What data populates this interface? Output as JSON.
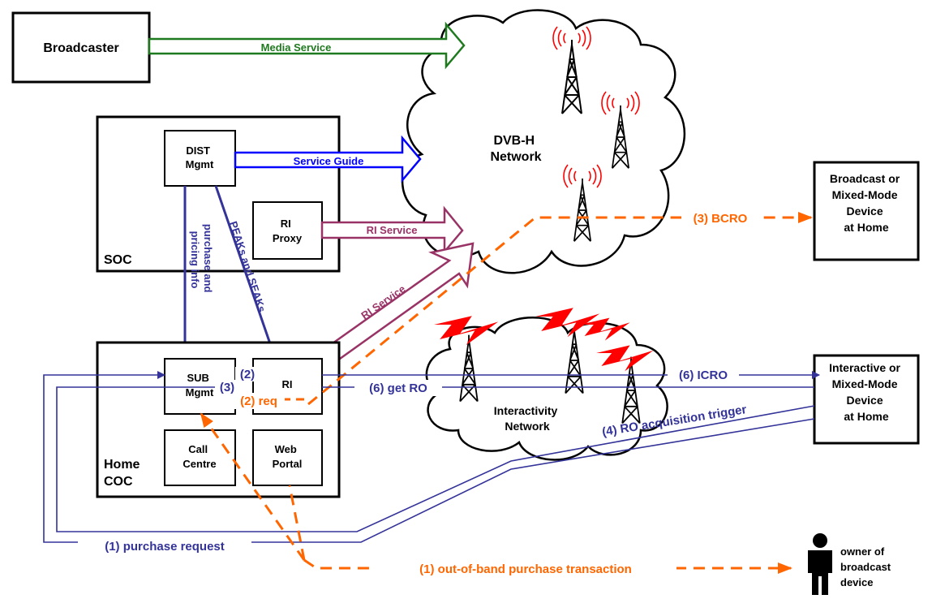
{
  "entities": {
    "broadcaster": "Broadcaster",
    "soc": "SOC",
    "dist_mgmt": [
      "DIST",
      "Mgmt"
    ],
    "ri_proxy": [
      "RI",
      "Proxy"
    ],
    "home_coc": [
      "Home",
      "COC"
    ],
    "sub_mgmt": [
      "SUB",
      "Mgmt"
    ],
    "ri": "RI",
    "call_centre": [
      "Call",
      "Centre"
    ],
    "web_portal": [
      "Web",
      "Portal"
    ],
    "dvbh_network": [
      "DVB-H",
      "Network"
    ],
    "interactivity_network": [
      "Interactivity",
      "Network"
    ],
    "broadcast_device": [
      "Broadcast or",
      "Mixed-Mode",
      "Device",
      "at Home"
    ],
    "interactive_device": [
      "Interactive or",
      "Mixed-Mode",
      "Device",
      "at Home"
    ],
    "owner": [
      "owner of",
      "broadcast",
      "device"
    ]
  },
  "flows": {
    "media_service": "Media Service",
    "service_guide": "Service Guide",
    "ri_service_proxy": "RI Service",
    "ri_service_ri": "RI Service",
    "purchase_pricing": [
      "purchase and",
      "pricing info"
    ],
    "peaks_seaks": "PEAKs and SEAKs",
    "bcro": "(3) BCRO",
    "icro": "(6) ICRO",
    "get_ro": "(6) get RO",
    "ro_trigger": "(4) RO acquisition trigger",
    "purchase_request": "(1) purchase request",
    "oob_purchase": "(1) out-of-band purchase transaction",
    "req2": "(2) req",
    "step2": "(2)",
    "step3": "(3)"
  },
  "colors": {
    "green": "#1f7a1f",
    "blue": "#0000ff",
    "navy": "#333399",
    "purple": "#993366",
    "orange": "#ff6600",
    "red": "#ff0000"
  }
}
